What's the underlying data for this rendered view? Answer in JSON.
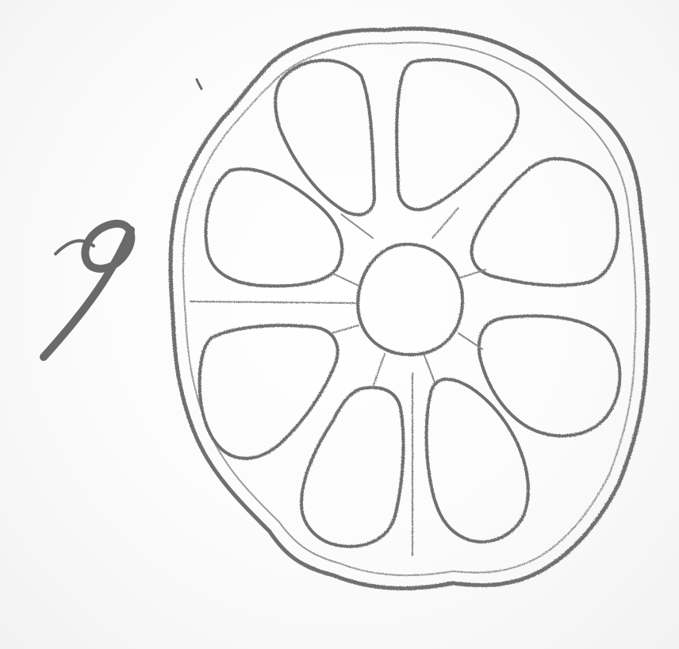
{
  "figure": {
    "label": "9",
    "ink_color": "#6f6f6f",
    "paper_color": "#fbfbfb",
    "outer_outline": "wavy-circle",
    "chambers": {
      "central_count": 1,
      "peripheral_count": 8
    }
  }
}
